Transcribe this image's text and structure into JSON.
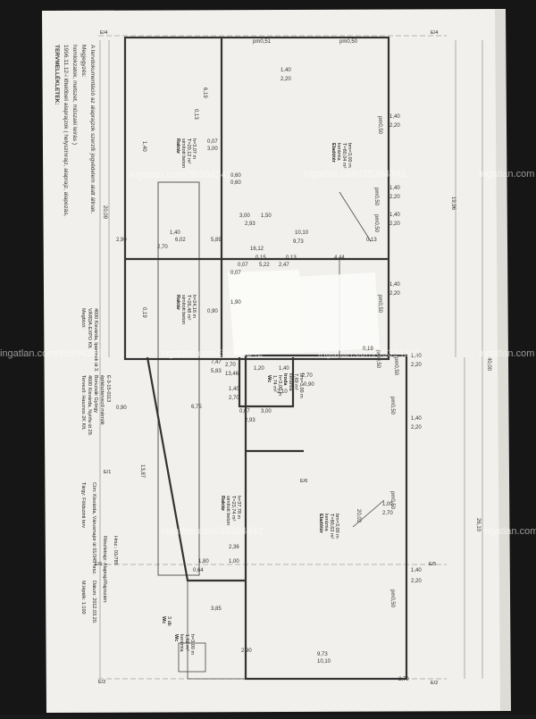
{
  "sheet": {
    "heading": "TERVMELLÉKLETEK:",
    "notes": [
      "1996.11.12-i lőtelőbeli alaprajzok ( helyszínrajz, alaprajz, alapozás,",
      "homlokzatok, metszet, műszaki leírás )",
      "Megjegyzés:",
      "A tervdokumentáció az alaprajzok szerzői jogvédelem alatt állnak."
    ]
  },
  "grid_labels": {
    "e4_left": "E/4",
    "e4_right": "E/4",
    "e5_left": "E/5",
    "e5_right": "E/5",
    "e2_left": "E/2",
    "e2_right": "E/2",
    "e1": "E/1",
    "e6": "E/6"
  },
  "overall_dims": {
    "d2009": "20,09",
    "d1996": "19,96",
    "d4000": "40,00",
    "d2610": "26,10",
    "d1612": "16,12",
    "d1010a": "10,10",
    "d1010b": "10,10",
    "d973a": "9,73",
    "d973b": "9,73",
    "d675": "6,75",
    "d1387": "13,87",
    "d2003": "20,03",
    "d385": "3,85"
  },
  "misc_dims": [
    "pm0,51",
    "pm0,50",
    "pm0,50",
    "pm0,50",
    "pm0,50",
    "pm0,50",
    "pm0,50",
    "pm0,50",
    "pm0,50",
    "pm0,50",
    "pm0,50",
    "1,40",
    "2,20",
    "1,40",
    "2,20",
    "1,40",
    "2,20",
    "1,40",
    "2,20",
    "1,40",
    "2,20",
    "1,40",
    "2,20",
    "1,40",
    "2,20",
    "1,40",
    "2,20",
    "3,00",
    "1,50",
    "2,93",
    "0,07",
    "3,00",
    "2,93",
    "0,07",
    "3,00",
    "0,60",
    "0,60",
    "1,40",
    "2,70",
    "6,02",
    "2,90",
    "5,89",
    "0,13",
    "0,19",
    "0,15",
    "0,13",
    "4,44",
    "0,07",
    "5,22",
    "2,47",
    "0,07",
    "1,90",
    "0,90",
    "1,40",
    "2,70",
    "2,10",
    "0,90",
    "1,20",
    "0,90",
    "1,80",
    "0,64",
    "1,00",
    "2,36",
    "1,00",
    "2,70",
    "2,90",
    "2,70",
    "0,19",
    "0,13",
    "6,19",
    "7,47",
    "5,83",
    "1,40",
    "2,70",
    "1,40",
    "2,70",
    "13,46",
    "0,60",
    "0,60"
  ],
  "rooms": [
    {
      "id": "raktar1",
      "lines": [
        "Raktár",
        "simított beton",
        "T=20,12 m²",
        "h=3,07 m"
      ]
    },
    {
      "id": "elado1",
      "lines": [
        "Eladótér",
        "kerámia",
        "T=80,04 m²",
        "bm=3,00 m"
      ]
    },
    {
      "id": "raktar2",
      "lines": [
        "Raktár",
        "simított beton",
        "T=26,48 m²",
        "h=24,16 m"
      ]
    },
    {
      "id": "iroda",
      "lines": [
        "Iroda",
        "kerámia",
        "7,69 m²",
        "bm=3,00 m"
      ]
    },
    {
      "id": "wc1",
      "lines": [
        "Wc",
        "1,74 m²",
        "h=3,00 m"
      ]
    },
    {
      "id": "raktar3",
      "lines": [
        "Raktár",
        "simított beton",
        "T=23,74 m²",
        "h=37,78 m"
      ]
    },
    {
      "id": "elado2",
      "lines": [
        "Eladótér",
        "kerámia",
        "T=80,63 m²",
        "bm=3,00 m"
      ]
    },
    {
      "id": "wc2",
      "lines": [
        "Wc",
        "3 db"
      ]
    },
    {
      "id": "wc3",
      "lines": [
        "Wc",
        "kerámia",
        "1,62 m²",
        "h=3,00 m"
      ]
    }
  ],
  "title_block": {
    "megrendelo_label": "Megbízó:",
    "megrendelo_name": "VÁRDA-EXPO Kft.",
    "megrendelo_addr": "4600 Kisvárda, Iparosok út 3.",
    "tervezo_label": "Tervező: Hasznos 2K Kft.",
    "tervezo_addr": "4600 Kisvárda, Nyírfa út 29.",
    "tervezo_person": "Boruzsák György",
    "tervezo_role": "építésztervező mérnök",
    "tervezo_id": "É-3-15-0113",
    "targy_label": "Tárgy: Földszinti terv",
    "cim": "Cím: Kisvárda, Várusmajor út 01/345 hrsz.",
    "reszlet": "Részletrajz: Alaprajz",
    "hrsz": "Hrsz.: 01/785",
    "lepték": "M.lépték: 1:100",
    "datum": "Dátum: 2012.03.20.",
    "rajzszam": "Rajzszám:"
  },
  "watermark": {
    "text": "ingatlan.com/35394342",
    "short": "ingatlan.com"
  }
}
